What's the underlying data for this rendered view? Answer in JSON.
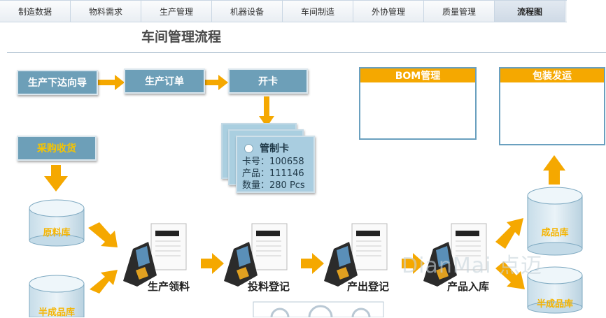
{
  "nav": {
    "tabs": [
      "制造数据",
      "物料需求",
      "生产管理",
      "机器设备",
      "车间制造",
      "外协管理",
      "质量管理",
      "流程图"
    ],
    "active_index": 7
  },
  "page": {
    "title": "车间管理流程"
  },
  "flow": {
    "box1": "生产下达向导",
    "box2": "生产订单",
    "box3": "开卡",
    "purchase": "采购收货"
  },
  "card": {
    "title": "管制卡",
    "line1": "卡号：100658",
    "line2": "产品：111146",
    "line3": "数量：280 Pcs"
  },
  "panels": {
    "bom": "BOM管理",
    "pack": "包装发运"
  },
  "storage": {
    "raw": "原料库",
    "semi_left": "半成品库",
    "finished": "成品库",
    "semi_right": "半成品库"
  },
  "steps": [
    "生产领料",
    "投料登记",
    "产出登记",
    "产品入库"
  ],
  "watermark": "DianMai 点迈",
  "colors": {
    "process_blue": "#6d9fb8",
    "accent_orange": "#f5a800",
    "yellow_text": "#f7c400"
  }
}
